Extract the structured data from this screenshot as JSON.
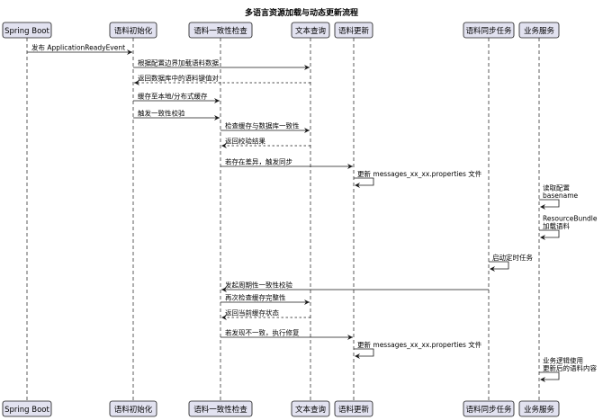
{
  "title": "多语言资源加载与动态更新流程",
  "participants": [
    {
      "id": "spring",
      "label": "Spring Boot"
    },
    {
      "id": "init",
      "label": "语料初始化"
    },
    {
      "id": "check",
      "label": "语料一致性检查"
    },
    {
      "id": "query",
      "label": "文本查询"
    },
    {
      "id": "update",
      "label": "语料更新"
    },
    {
      "id": "sync",
      "label": "语料同步任务"
    },
    {
      "id": "biz",
      "label": "业务服务"
    }
  ],
  "messages": [
    {
      "from": "spring",
      "to": "init",
      "label": "发布 ApplicationReadyEvent",
      "type": "call"
    },
    {
      "from": "init",
      "to": "query",
      "label": "根据配置边界加载语料数据",
      "type": "call"
    },
    {
      "from": "query",
      "to": "init",
      "label": "返回数据库中的语料键值对",
      "type": "return"
    },
    {
      "from": "init",
      "to": "check",
      "label": "缓存至本地/分布式缓存",
      "type": "call"
    },
    {
      "from": "init",
      "to": "check",
      "label": "触发一致性校验",
      "type": "call"
    },
    {
      "from": "check",
      "to": "query",
      "label": "检查缓存与数据库一致性",
      "type": "call"
    },
    {
      "from": "query",
      "to": "check",
      "label": "返回校验结果",
      "type": "return"
    },
    {
      "from": "check",
      "to": "update",
      "label": "若存在差异，触发同步",
      "type": "call"
    },
    {
      "from": "update",
      "to": "update",
      "label": "更新 messages_xx_xx.properties 文件",
      "type": "self"
    },
    {
      "from": "biz",
      "to": "biz",
      "label": "读取配置\nbasename",
      "type": "self"
    },
    {
      "from": "biz",
      "to": "biz",
      "label": "ResourceBundle\n加载语料",
      "type": "self"
    },
    {
      "from": "sync",
      "to": "sync",
      "label": "启动定时任务",
      "type": "self"
    },
    {
      "from": "sync",
      "to": "check",
      "label": "发起周期性一致性校验",
      "type": "call"
    },
    {
      "from": "check",
      "to": "query",
      "label": "再次检查缓存完整性",
      "type": "call"
    },
    {
      "from": "query",
      "to": "check",
      "label": "返回当前缓存状态",
      "type": "return"
    },
    {
      "from": "check",
      "to": "update",
      "label": "若发现不一致，执行修复",
      "type": "call"
    },
    {
      "from": "update",
      "to": "update",
      "label": "更新 messages_xx_xx.properties 文件",
      "type": "self"
    },
    {
      "from": "biz",
      "to": "biz",
      "label": "业务逻辑使用\n更新后的语料内容",
      "type": "self"
    }
  ]
}
